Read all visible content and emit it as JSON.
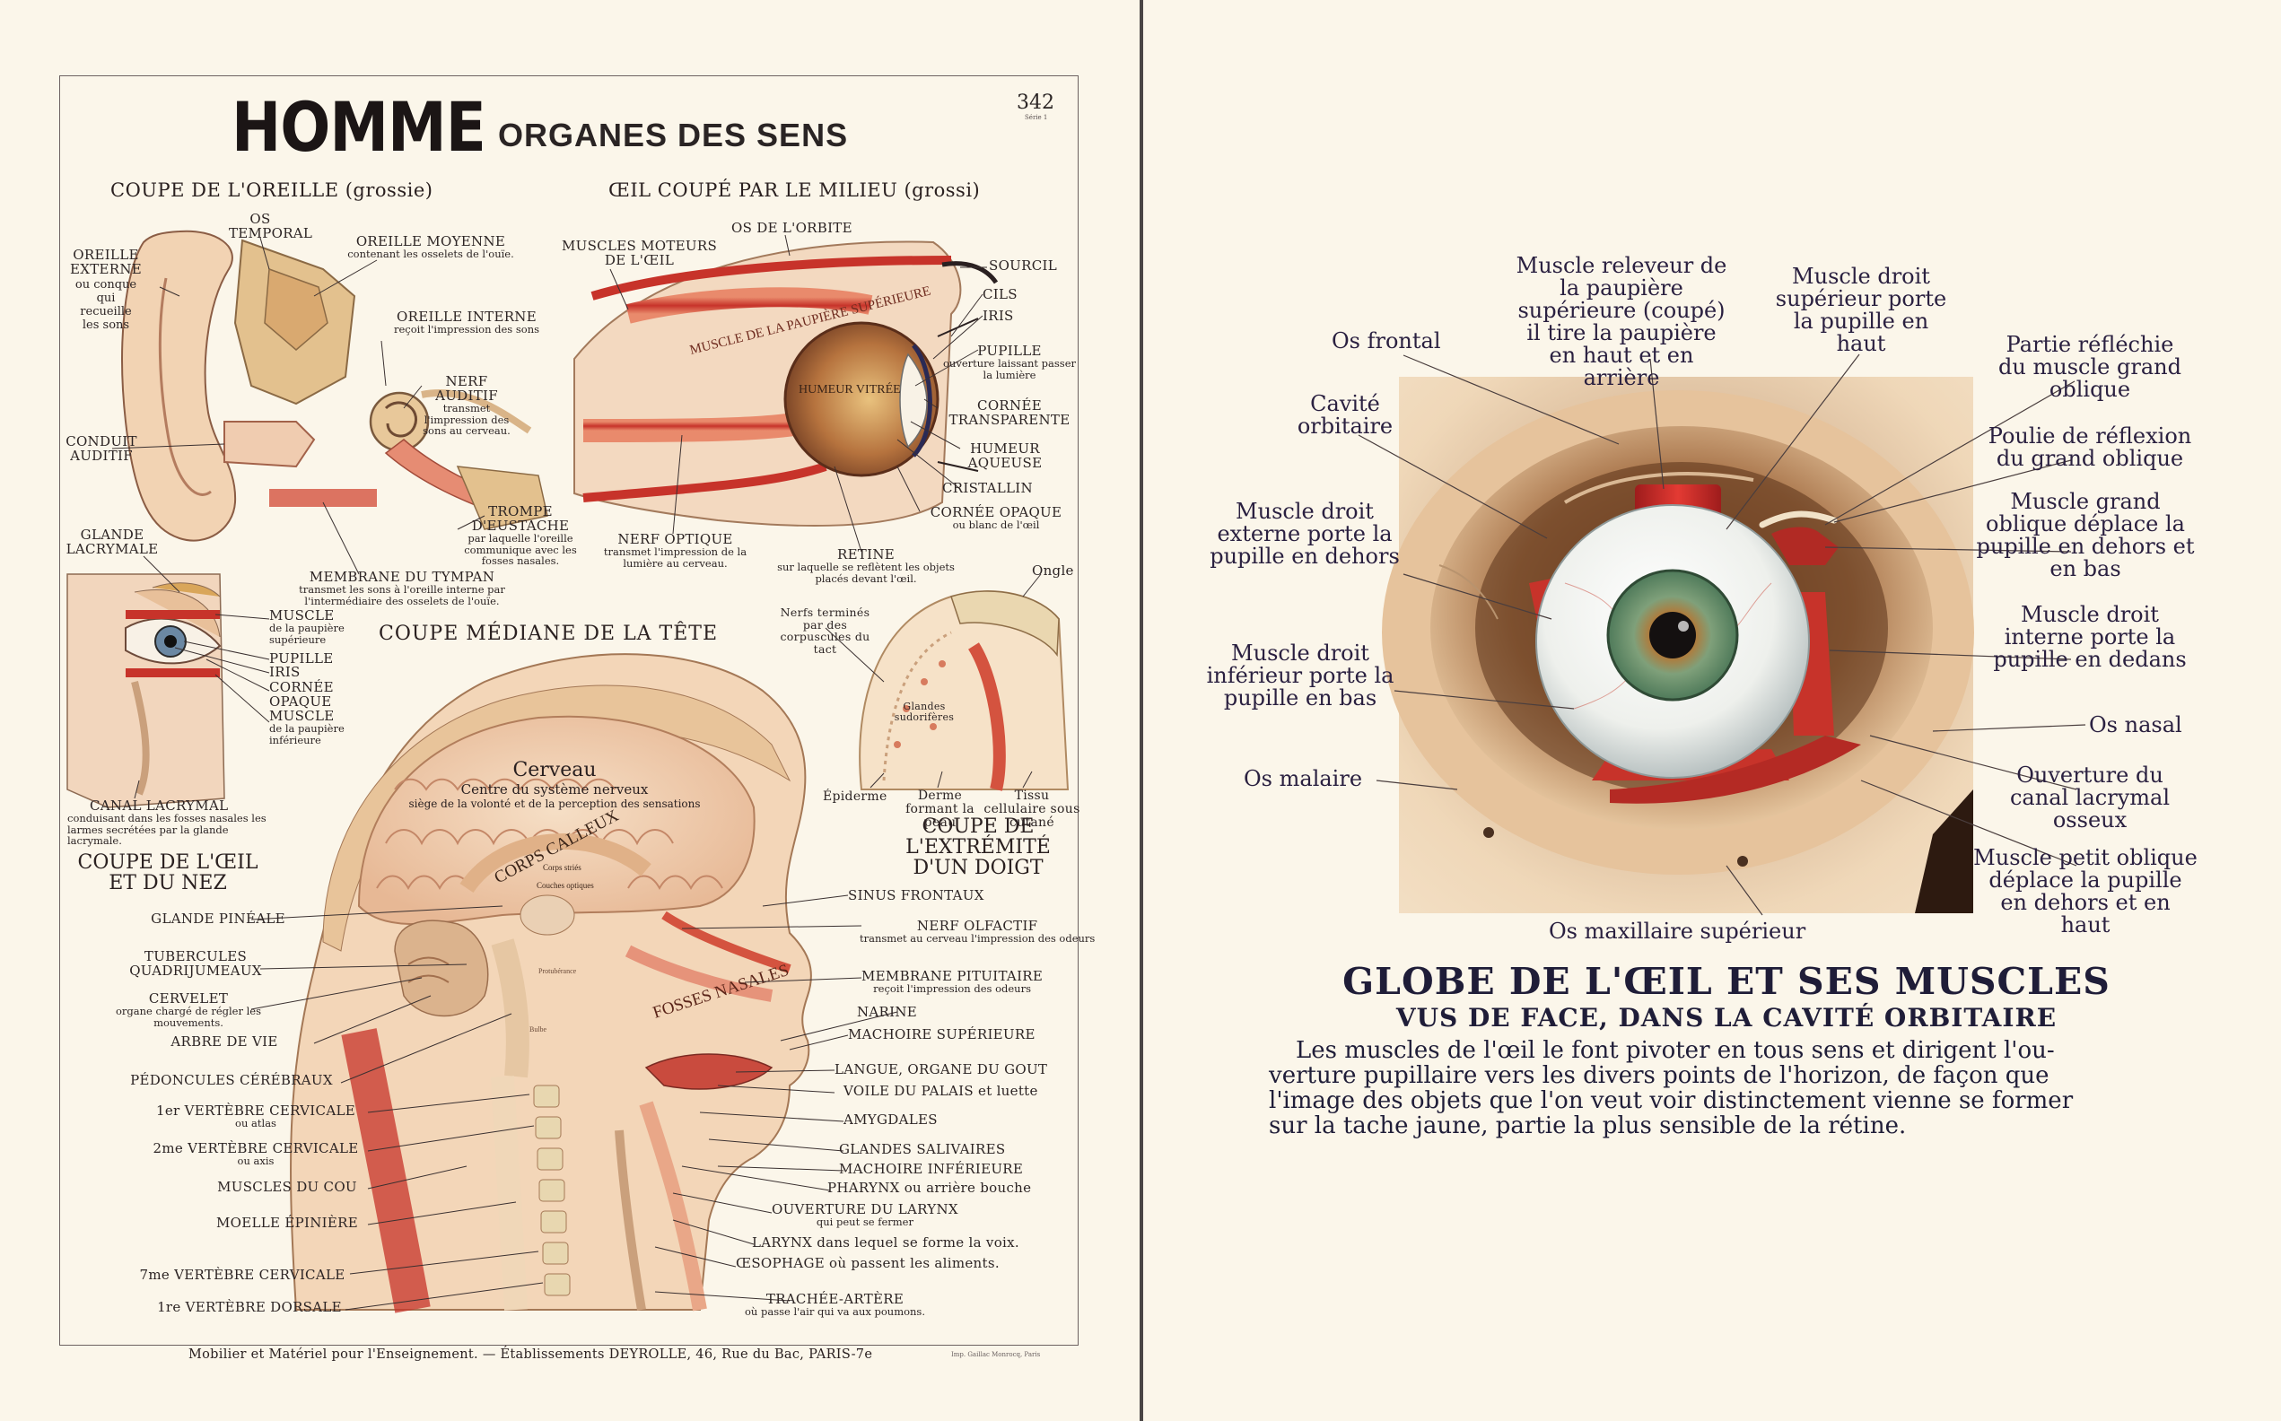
{
  "poster": {
    "title_main": "HOMME",
    "title_sub": "ORGANES DES SENS",
    "plate_number": "342",
    "plate_small": "Série 1",
    "footer": "Mobilier et Matériel pour l'Enseignement. — Établissements DEYROLLE, 46, Rue du Bac, PARIS-7e",
    "printer": "Imp. Gaillac Monrocq, Paris",
    "sections": {
      "ear": "COUPE DE L'OREILLE (grossie)",
      "eye_cut": "ŒIL COUPÉ PAR LE MILIEU (grossi)",
      "eye_nose": "COUPE DE L'ŒIL ET DU NEZ",
      "head": "COUPE MÉDIANE DE LA TÊTE",
      "finger": "COUPE DE L'EXTRÉMITÉ D'UN DOIGT"
    },
    "ear_labels": {
      "os_temporal": "OS TEMPORAL",
      "oreille_externe": "OREILLE EXTERNE",
      "oreille_externe_sub": "ou conque qui recueille les sons",
      "oreille_moyenne": "OREILLE MOYENNE",
      "oreille_moyenne_sub": "contenant les osselets de l'ouïe.",
      "oreille_interne": "OREILLE INTERNE",
      "oreille_interne_sub": "reçoit l'impression des sons",
      "nerf_auditif": "NERF AUDITIF",
      "nerf_auditif_sub": "transmet l'impression des sons au cerveau.",
      "conduit_auditif": "CONDUIT AUDITIF",
      "trompe": "TROMPE D'EUSTACHE",
      "trompe_sub": "par laquelle l'oreille communique avec les fosses nasales.",
      "membrane_tympan": "MEMBRANE DU TYMPAN",
      "membrane_tympan_sub": "transmet les sons à l'oreille interne par l'intermédiaire des osselets de l'ouïe."
    },
    "eye_cut_labels": {
      "os_orbite": "OS DE L'ORBITE",
      "muscles_moteurs": "MUSCLES MOTEURS DE L'ŒIL",
      "sourcil": "SOURCIL",
      "cils": "CILS",
      "iris": "IRIS",
      "pupille": "PUPILLE",
      "pupille_sub": "ouverture laissant passer la lumière",
      "cornee_transparente": "CORNÉE TRANSPARENTE",
      "humeur_aqueuse": "HUMEUR AQUEUSE",
      "cristallin": "CRISTALLIN",
      "cornee_opaque": "CORNÉE OPAQUE",
      "cornee_opaque_sub": "ou blanc de l'œil",
      "retine": "RETINE",
      "retine_sub": "sur laquelle se reflètent les objets placés devant l'œil.",
      "nerf_optique": "NERF OPTIQUE",
      "nerf_optique_sub": "transmet l'impression de la lumière au cerveau.",
      "muscle_paupiere": "MUSCLE DE LA PAUPIÈRE SUPÉRIEURE",
      "humeur_vitree": "HUMEUR VITRÉE"
    },
    "eye_nose_labels": {
      "glande_lacrymale": "GLANDE LACRYMALE",
      "muscle_sup": "MUSCLE",
      "muscle_sup_sub": "de la paupière supérieure",
      "pupille": "PUPILLE",
      "iris": "IRIS",
      "cornee_opaque": "CORNÉE OPAQUE",
      "muscle_inf": "MUSCLE",
      "muscle_inf_sub": "de la paupière inférieure",
      "canal_lacrymal": "CANAL LACRYMAL",
      "canal_lacrymal_sub": "conduisant dans les fosses nasales les larmes secrétées par la glande lacrymale."
    },
    "finger_labels": {
      "ongle": "Ongle",
      "nerfs": "Nerfs terminés par des corpuscules du tact",
      "glandes": "Glandes sudorifères",
      "epiderme": "Épiderme",
      "derme": "Derme formant la peau",
      "tissu": "Tissu cellulaire sous cutané"
    },
    "head_labels": {
      "cerveau": "Cerveau",
      "cerveau_sub1": "Centre du système nerveux",
      "cerveau_sub2": "siège de la volonté et de la perception des sensations",
      "corps_calleux": "CORPS CALLEUX",
      "corps_stries": "Corps striés",
      "couches_optiques": "Couches optiques",
      "protuberance": "Protubérance",
      "bulbe": "Bulbe",
      "fosses_nasales": "FOSSES NASALES",
      "left": [
        {
          "t": "GLANDE PINÉALE",
          "s": ""
        },
        {
          "t": "TUBERCULES QUADRIJUMEAUX",
          "s": ""
        },
        {
          "t": "CERVELET",
          "s": "organe chargé de régler les mouvements."
        },
        {
          "t": "ARBRE DE VIE",
          "s": ""
        },
        {
          "t": "PÉDONCULES CÉRÉBRAUX",
          "s": ""
        },
        {
          "t": "1er VERTÈBRE CERVICALE",
          "s": "ou atlas"
        },
        {
          "t": "2me VERTÈBRE CERVICALE",
          "s": "ou axis"
        },
        {
          "t": "MUSCLES DU COU",
          "s": ""
        },
        {
          "t": "MOELLE ÉPINIÈRE",
          "s": ""
        },
        {
          "t": "7me VERTÈBRE CERVICALE",
          "s": ""
        },
        {
          "t": "1re VERTÈBRE DORSALE",
          "s": ""
        }
      ],
      "right": [
        {
          "t": "SINUS FRONTAUX",
          "s": ""
        },
        {
          "t": "NERF OLFACTIF",
          "s": "transmet au cerveau l'impression des odeurs"
        },
        {
          "t": "MEMBRANE PITUITAIRE",
          "s": "reçoit l'impression des odeurs"
        },
        {
          "t": "NARINE",
          "s": ""
        },
        {
          "t": "MACHOIRE SUPÉRIEURE",
          "s": ""
        },
        {
          "t": "LANGUE, ORGANE DU GOUT",
          "s": ""
        },
        {
          "t": "VOILE DU PALAIS et luette",
          "s": ""
        },
        {
          "t": "AMYGDALES",
          "s": ""
        },
        {
          "t": "GLANDES SALIVAIRES",
          "s": ""
        },
        {
          "t": "MACHOIRE INFÉRIEURE",
          "s": ""
        },
        {
          "t": "PHARYNX ou arrière bouche",
          "s": ""
        },
        {
          "t": "OUVERTURE DU LARYNX",
          "s": "qui peut se fermer"
        },
        {
          "t": "LARYNX dans lequel se forme la voix.",
          "s": ""
        },
        {
          "t": "ŒSOPHAGE où passent les aliments.",
          "s": ""
        },
        {
          "t": "TRACHÉE-ARTÈRE",
          "s": "où passe l'air qui va aux poumons."
        }
      ]
    }
  },
  "plate": {
    "title": "GLOBE DE L'ŒIL ET SES MUSCLES",
    "subtitle": "VUS DE FACE, DANS LA CAVITÉ ORBITAIRE",
    "body_lines": [
      "Les muscles de l'œil le font pivoter en tous sens et dirigent l'ou-",
      "verture pupillaire vers les divers points de l'horizon, de façon que",
      "l'image des objets que l'on veut voir distinctement vienne se former",
      "sur la tache jaune, partie la plus sensible de la rétine."
    ],
    "labels": {
      "os_frontal": "Os frontal",
      "cavite": "Cavité orbitaire",
      "releveur": "Muscle releveur de la paupière supérieure (coupé) il tire la paupière en haut et en arrière",
      "droit_sup": "Muscle droit supérieur porte la pupille en haut",
      "partie_reflechie": "Partie réfléchie du muscle grand oblique",
      "poulie": "Poulie de réflexion du grand oblique",
      "grand_oblique": "Muscle grand oblique déplace la pupille en dehors et en bas",
      "droit_interne": "Muscle droit interne porte la pupille en dedans",
      "os_nasal": "Os nasal",
      "ouverture_canal": "Ouverture du canal lacrymal osseux",
      "petit_oblique": "Muscle petit oblique déplace la pupille en dehors et en haut",
      "maxillaire": "Os maxillaire supérieur",
      "malaire": "Os malaire",
      "droit_inf": "Muscle droit inférieur porte la pupille en bas",
      "droit_ext": "Muscle droit externe porte la pupille en dehors"
    }
  },
  "colors": {
    "paper": "#fbf6ea",
    "ink": "#2a2020",
    "muscle_red": "#c7332a",
    "skin": "#edc8a0",
    "bone": "#ead7b0",
    "divider": "#4a4545"
  }
}
